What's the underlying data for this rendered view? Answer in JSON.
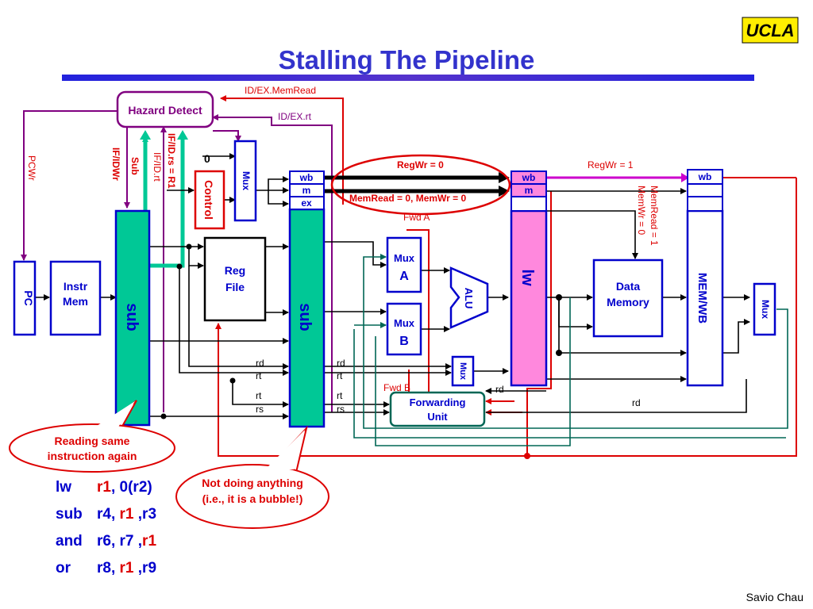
{
  "slide": {
    "title": "Stalling The Pipeline",
    "logo": "UCLA",
    "author": "Savio Chau"
  },
  "colors": {
    "accent_blue": "#0000cc",
    "title_blue": "#3333cc",
    "hazard_purple": "#800080",
    "signal_red": "#dd0000",
    "pipeline_green": "#00c896",
    "lw_pink": "#ff88dd",
    "forwarding_teal": "#006655",
    "logo_yellow": "#ffee00"
  },
  "units": {
    "hazard_detect": "Hazard Detect",
    "pc": "PC",
    "instr_mem": [
      "Instr",
      "Mem"
    ],
    "reg_file": [
      "Reg",
      "File"
    ],
    "control": "Control",
    "mux": "Mux",
    "mux_a": [
      "Mux",
      "A"
    ],
    "mux_b": [
      "Mux",
      "B"
    ],
    "alu": "ALU",
    "data_memory": [
      "Data",
      "Memory"
    ],
    "forwarding_unit": [
      "Forwarding",
      "Unit"
    ],
    "mem_wb": "MEM/WB",
    "zero": "0"
  },
  "pipeline": {
    "if_id_label": "sub",
    "id_ex_label": "sub",
    "ex_mem_label": "lw",
    "fields": {
      "wb": "wb",
      "m": "m",
      "ex": "ex"
    }
  },
  "signals": {
    "id_ex_memread": "ID/EX.MemRead",
    "id_ex_rt": "ID/EX.rt",
    "pcwr": "PCWr",
    "if_idwr": "IF/IDWr",
    "sub": "Sub",
    "if_id_rt": "IF/ID.rt",
    "if_id_rs": "IF/ID.rs = R1",
    "regwr0": "RegWr = 0",
    "memread0": "MemRead = 0, MemWr = 0",
    "regwr1": "RegWr = 1",
    "memread1": "MemRead = 1",
    "memwr0": "MemWr = 0",
    "fwd_a": "Fwd A",
    "fwd_b": "Fwd B",
    "rd": "rd",
    "rt": "rt",
    "rs": "rs"
  },
  "callouts": {
    "reading": [
      "Reading same",
      "instruction again"
    ],
    "bubble": [
      "Not doing anything",
      "(i.e., it is a bubble!)"
    ]
  },
  "code": [
    {
      "op": "lw",
      "parts": [
        {
          "t": "r1",
          "red": true
        },
        {
          "t": ", 0(r2)",
          "red": false
        }
      ]
    },
    {
      "op": "sub",
      "parts": [
        {
          "t": "r4, ",
          "red": false
        },
        {
          "t": "r1",
          "red": true
        },
        {
          "t": " ,r3",
          "red": false
        }
      ]
    },
    {
      "op": "and",
      "parts": [
        {
          "t": "r6, r7 ,",
          "red": false
        },
        {
          "t": "r1",
          "red": true
        }
      ]
    },
    {
      "op": "or",
      "parts": [
        {
          "t": "r8, ",
          "red": false
        },
        {
          "t": "r1",
          "red": true
        },
        {
          "t": " ,r9",
          "red": false
        }
      ]
    }
  ]
}
